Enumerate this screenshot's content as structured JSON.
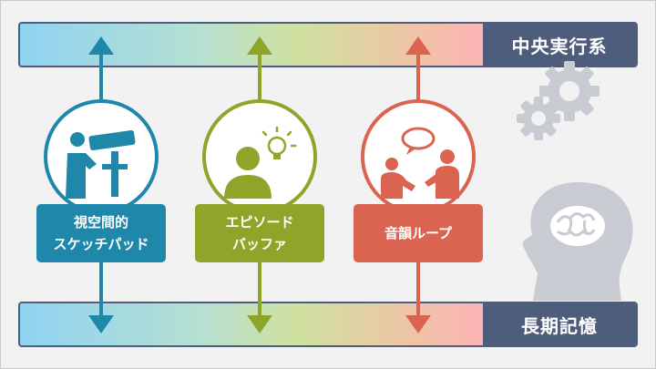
{
  "central_executive": {
    "label": "中央実行系",
    "icon": "gears-icon"
  },
  "long_term_memory": {
    "label": "長期記憶",
    "icon": "brain-head-icon"
  },
  "components": [
    {
      "line1": "視空間的",
      "line2": "スケッチパッド",
      "color": "#1f87aa",
      "icon": "telescope-observer-icon"
    },
    {
      "line1": "エピソード",
      "line2": "バッファ",
      "color": "#8ea52a",
      "icon": "person-lightbulb-icon"
    },
    {
      "line1": "音韻ループ",
      "line2": "",
      "color": "#db6451",
      "icon": "people-conversation-icon"
    }
  ],
  "colors": {
    "navy": "#4e5d7c",
    "gradient": [
      "#8fd3f2",
      "#cfe1a0",
      "#fcb4b4"
    ],
    "gear": "#c8cbd1"
  }
}
